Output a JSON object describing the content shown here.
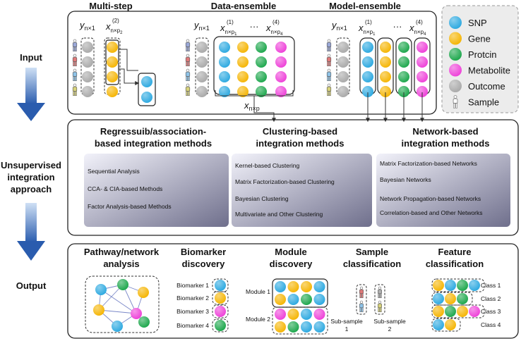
{
  "colors": {
    "snp": "#2aa8e0",
    "gene": "#f5b400",
    "protein": "#1aa64a",
    "metabolite": "#ee3fd8",
    "outcome": "#a8a8a8",
    "arrow": "#2a62b8",
    "panel_grad_start": "#f2f2fa",
    "panel_grad_end": "#6f6f8c"
  },
  "input": {
    "multi_step": {
      "title": "Multi-step",
      "y_label": "y",
      "y_sub": "n×1",
      "x_label": "x",
      "x_sup": "(2)",
      "x_sub": "n×p",
      "x_subsub": "2"
    },
    "data_ensemble": {
      "title": "Data-ensemble",
      "y_label": "y",
      "y_sub": "n×1",
      "x1_label": "x",
      "x1_sup": "(1)",
      "x1_sub": "n×p",
      "x1_subsub": "1",
      "dots": "···",
      "x4_label": "x",
      "x4_sup": "(4)",
      "x4_sub": "n×p",
      "x4_subsub": "4",
      "xnp_label": "x",
      "xnp_sub": "n×p"
    },
    "model_ensemble": {
      "title": "Model-ensemble",
      "y_label": "y",
      "y_sub": "n×1",
      "x1_label": "x",
      "x1_sup": "(1)",
      "x1_sub": "n×p",
      "x1_subsub": "1",
      "dots": "···",
      "x4_label": "x",
      "x4_sup": "(4)",
      "x4_sub": "n×p",
      "x4_subsub": "4"
    }
  },
  "legend": [
    {
      "key": "snp",
      "label": "SNP"
    },
    {
      "key": "gene",
      "label": "Gene"
    },
    {
      "key": "protein",
      "label": "Protcin"
    },
    {
      "key": "metabolite",
      "label": "Metabolite"
    },
    {
      "key": "outcome",
      "label": "Outcome"
    },
    {
      "key": "sample",
      "label": "Sample"
    }
  ],
  "side_labels": {
    "input": "Input",
    "middle_line1": "Unsupervised",
    "middle_line2": "integration",
    "middle_line3": "approach",
    "output": "Output"
  },
  "methods": {
    "regression": {
      "title_line1": "Regressuib/association-",
      "title_line2": "based integration methods",
      "items": [
        "Sequential Analysis",
        "CCA- & CIA-based Methods",
        "Factor Analysis-based Methods"
      ]
    },
    "clustering": {
      "title_line1": "Clustering-based",
      "title_line2": "integration methods",
      "items": [
        "Kernel-based Clustering",
        "Matrix Factorization-based Clustering",
        "Bayesian Clustering",
        "Multivariate and Other Clustering"
      ]
    },
    "network": {
      "title_line1": "Network-based",
      "title_line2": "integration methods",
      "items": [
        "Matrix Factorization-based Networks",
        "Bayesian Networks",
        "Network Propagation-based Networks",
        "Correlation-based and Other Networks"
      ]
    }
  },
  "output": {
    "pathway": {
      "title_line1": "Pathway/network",
      "title_line2": "analysis"
    },
    "biomarker": {
      "title_line1": "Biomarker",
      "title_line2": "discovery",
      "items": [
        "Biomarker 1",
        "Biomarker 2",
        "Biomarker 3",
        "Biomarker 4"
      ]
    },
    "module": {
      "title_line1": "Module",
      "title_line2": "discovery",
      "items": [
        "Module 1",
        "Module 2"
      ]
    },
    "sample": {
      "title_line1": "Sample",
      "title_line2": "classification",
      "sub1_line1": "Sub-sample",
      "sub1_line2": "1",
      "sub2_line1": "Sub-sample",
      "sub2_line2": "2"
    },
    "feature": {
      "title_line1": "Feature",
      "title_line2": "classification",
      "items": [
        "Class 1",
        "Class 2",
        "Class 3",
        "Class 4"
      ]
    }
  }
}
